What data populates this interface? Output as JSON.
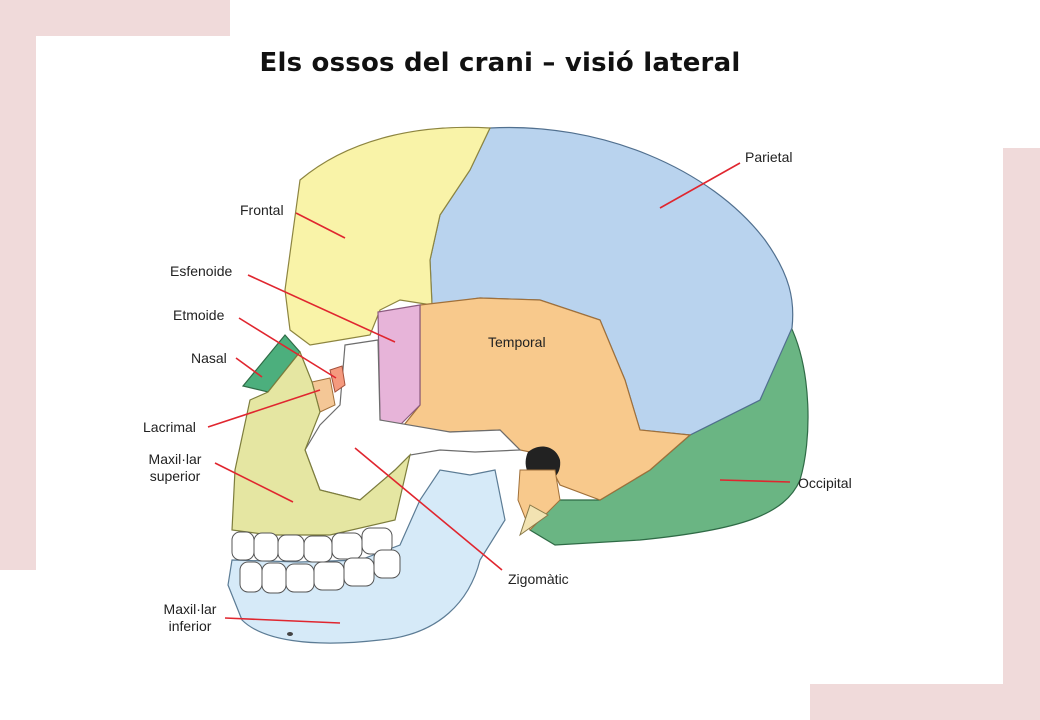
{
  "title": "Els ossos del crani – visió lateral",
  "labels": {
    "frontal": "Frontal",
    "parietal": "Parietal",
    "esfenoide": "Esfenoide",
    "etmoide": "Etmoide",
    "nasal": "Nasal",
    "temporal": "Temporal",
    "lacrimal": "Lacrimal",
    "maxilar_superior": "Maxil·lar superior",
    "occipital": "Occipital",
    "zigomatic": "Zigomàtic",
    "maxilar_inferior": "Maxil·lar inferior"
  },
  "colors": {
    "frontal": "#f9f3a8",
    "parietal": "#b9d3ee",
    "temporal": "#f8c98c",
    "occipital": "#6ab583",
    "esfenoide": "#e7b4d9",
    "etmoide": "#f59a7e",
    "nasal": "#4caf7d",
    "lacrimal": "#f4c796",
    "maxilar_superior": "#e5e6a2",
    "zigomatic": "#ffffff",
    "maxilar_inferior": "#d6eaf8",
    "pointer": "#e0262f",
    "decor": "#f0dada"
  }
}
